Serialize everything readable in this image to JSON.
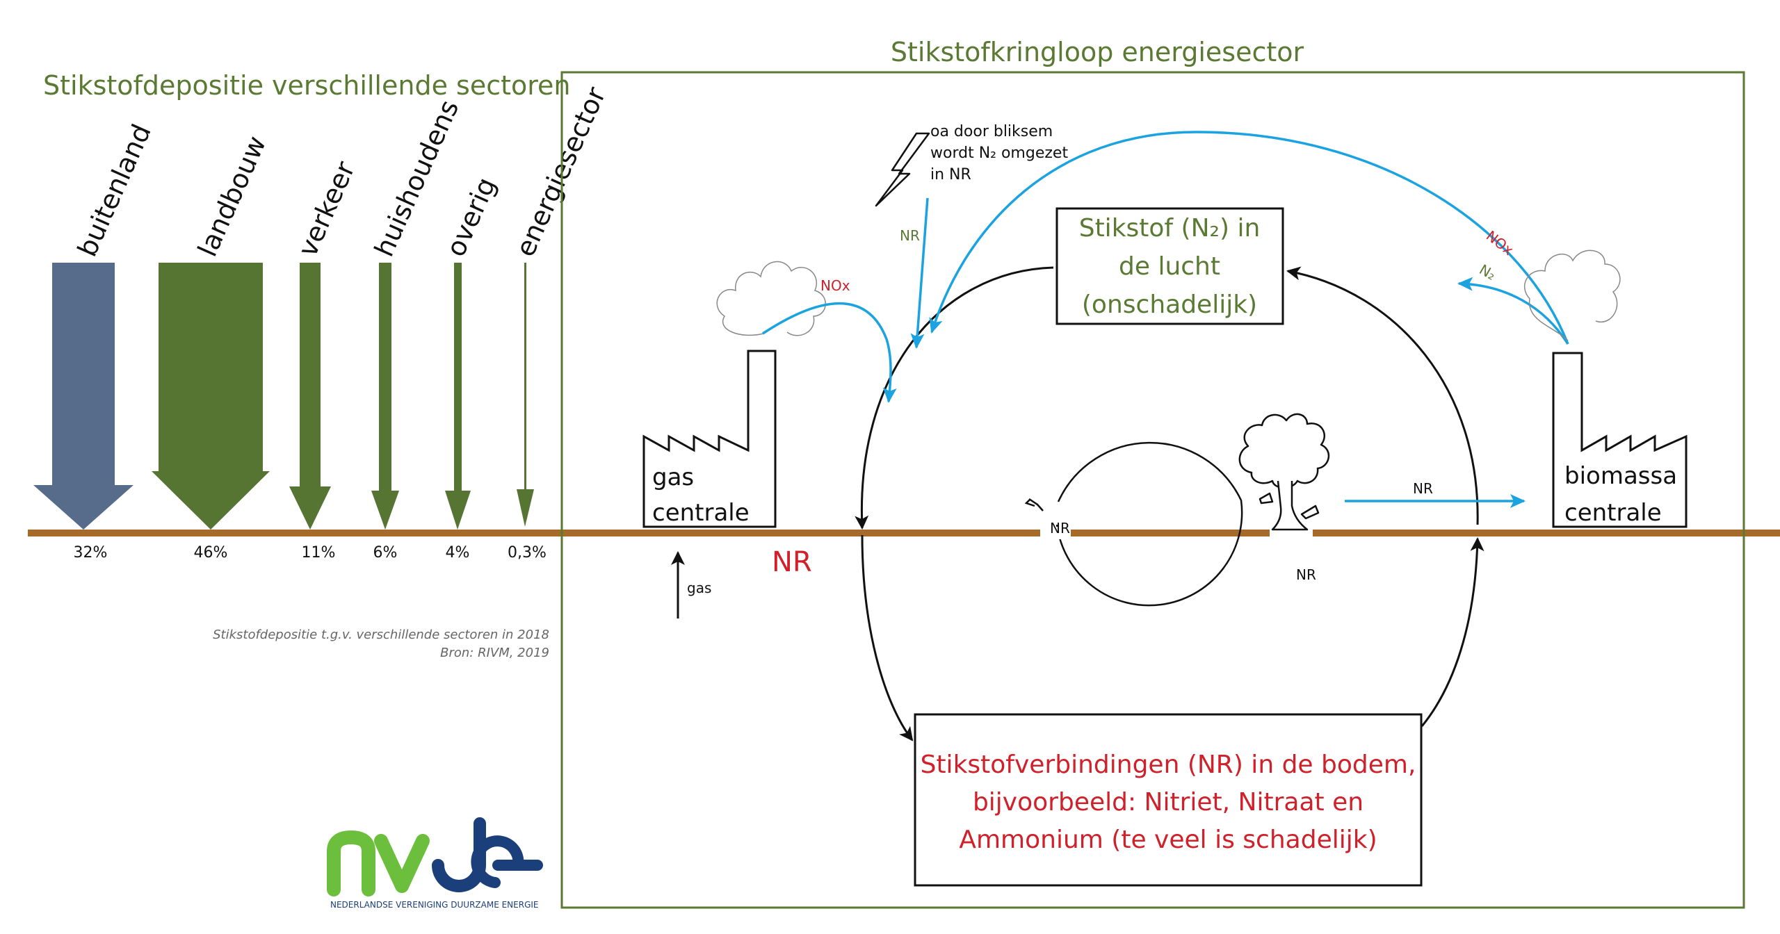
{
  "left_panel": {
    "title": "Stikstofdepositie verschillende sectoren",
    "sectors": [
      {
        "label": "buitenland",
        "pct": "32%",
        "value": 32,
        "color": "#566c8a"
      },
      {
        "label": "landbouw",
        "pct": "46%",
        "value": 46,
        "color": "#567532"
      },
      {
        "label": "verkeer",
        "pct": "11%",
        "value": 11,
        "color": "#567532"
      },
      {
        "label": "huishoudens",
        "pct": "6%",
        "value": 6,
        "color": "#567532"
      },
      {
        "label": "overig",
        "pct": "4%",
        "value": 4,
        "color": "#567532"
      },
      {
        "label": "energiesector",
        "pct": "0,3%",
        "value": 0.3,
        "color": "#567532"
      }
    ],
    "source_line1": "Stikstofdepositie t.g.v. verschillende sectoren in 2018",
    "source_line2": "Bron: RIVM, 2019"
  },
  "right_panel": {
    "title": "Stikstofkringloop energiesector",
    "air_box": {
      "line1": "Stikstof (N₂) in",
      "line2": "de lucht",
      "line3": "(onschadelijk)"
    },
    "soil_box": {
      "line1": "Stikstofverbindingen (NR) in de bodem,",
      "line2": "bijvoorbeeld: Nitriet, Nitraat en",
      "line3": "Ammonium (te veel is schadelijk)"
    },
    "lightning_note": {
      "line1": "oa door bliksem",
      "line2": "wordt N₂ omgezet",
      "line3": "in NR"
    },
    "gas_plant": {
      "line1": "gas",
      "line2": "centrale"
    },
    "biomass_plant": {
      "line1": "biomassa",
      "line2": "centrale"
    },
    "labels": {
      "nox_left": "NOx",
      "nox_right": "NOx",
      "n2_right": "N₂",
      "nr_lightning": "NR",
      "nr_ground_big": "NR",
      "nr_inner_left": "NR",
      "nr_inner_right": "NR",
      "nr_to_biomass": "NR",
      "gas_input": "gas"
    }
  },
  "logo": {
    "text": "nvde",
    "subtitle": "NEDERLANDSE VERENIGING DUURZAME ENERGIE"
  },
  "colors": {
    "green": "#5a7a33",
    "blue_arrow": "#1aa3e0",
    "ground": "#a66a2a",
    "red": "#d0202a",
    "slate": "#566c8a"
  }
}
